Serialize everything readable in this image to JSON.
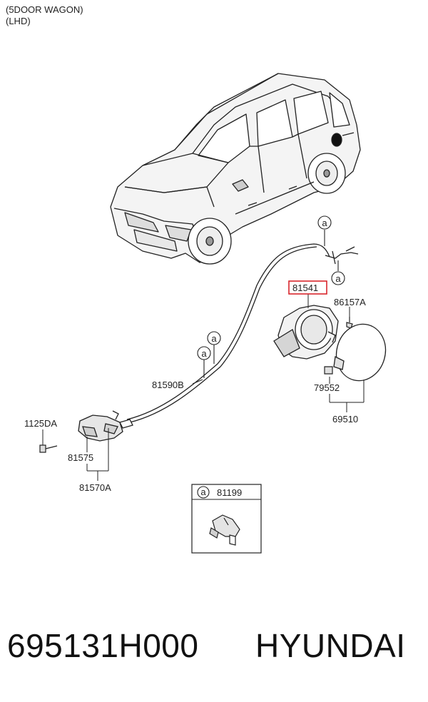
{
  "header": {
    "line1": "(5DOOR WAGON)",
    "line2": "(LHD)"
  },
  "callout_letter": "a",
  "labels": {
    "p81541": "81541",
    "p86157A": "86157A",
    "p81590B": "81590B",
    "p79552": "79552",
    "p69510": "69510",
    "p1125DA": "1125DA",
    "p81575": "81575",
    "p81570A": "81570A",
    "p81199": "81199"
  },
  "highlight_color": "#d9262c",
  "footer": {
    "part_number": "695131H000",
    "brand": "HYUNDAI"
  }
}
